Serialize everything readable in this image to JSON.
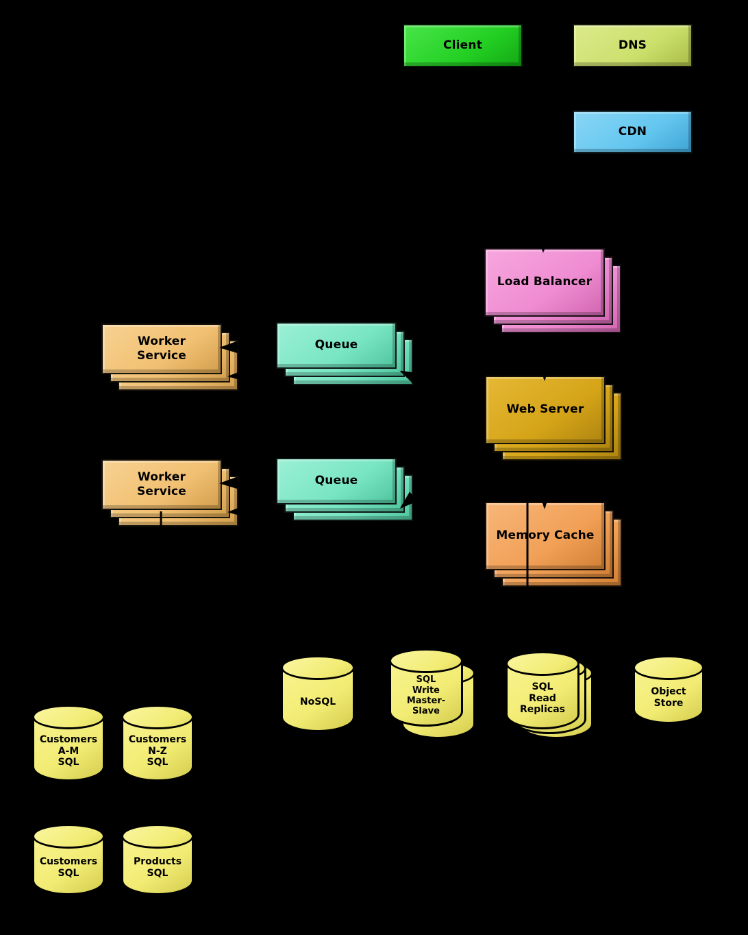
{
  "diagram": {
    "background": "#000000",
    "palette": {
      "client": "#23cf23",
      "dns": "#cbdf6c",
      "cdn": "#63c6ef",
      "load_balancer": "#ef8cd2",
      "web_server": "#d5a418",
      "memory_cache": "#f1a056",
      "worker_service": "#f1c072",
      "queue": "#78e5c2",
      "database_cylinder": "#f2ec74",
      "arrow": "#000000"
    },
    "nodes": {
      "client": {
        "label": "Client"
      },
      "dns": {
        "label": "DNS"
      },
      "cdn": {
        "label": "CDN"
      },
      "load_balancer": {
        "label": "Load Balancer"
      },
      "web_server": {
        "label": "Web Server"
      },
      "memory_cache": {
        "label": "Memory Cache"
      },
      "worker_service_top": {
        "label": "Worker\nService"
      },
      "worker_service_bottom": {
        "label": "Worker\nService"
      },
      "queue_top": {
        "label": "Queue"
      },
      "queue_bottom": {
        "label": "Queue"
      },
      "nosql": {
        "label": "NoSQL"
      },
      "sql_write": {
        "label": "SQL\nWrite\nMaster-\nSlave",
        "stack_peek": "Slave"
      },
      "sql_read": {
        "label": "SQL\nRead\nReplicas"
      },
      "object_store": {
        "label": "Object\nStore"
      },
      "customers_am": {
        "label": "Customers\nA-M\nSQL"
      },
      "customers_nz": {
        "label": "Customers\nN-Z\nSQL"
      },
      "customers_sql": {
        "label": "Customers\nSQL"
      },
      "products_sql": {
        "label": "Products\nSQL"
      }
    },
    "edges": [
      {
        "from": "client",
        "to": "dns"
      },
      {
        "from": "client",
        "to": "cdn"
      },
      {
        "from": "client",
        "to": "load_balancer"
      },
      {
        "from": "load_balancer",
        "to": "web_server"
      },
      {
        "from": "web_server",
        "to": "memory_cache"
      },
      {
        "from": "web_server",
        "to": "queue_top"
      },
      {
        "from": "web_server",
        "to": "queue_bottom"
      },
      {
        "from": "queue_top",
        "to": "worker_service_top"
      },
      {
        "from": "queue_bottom",
        "to": "worker_service_bottom"
      },
      {
        "from": "web_server",
        "to": "sql_read"
      },
      {
        "from": "worker_service_bottom",
        "to": "nosql"
      }
    ]
  }
}
